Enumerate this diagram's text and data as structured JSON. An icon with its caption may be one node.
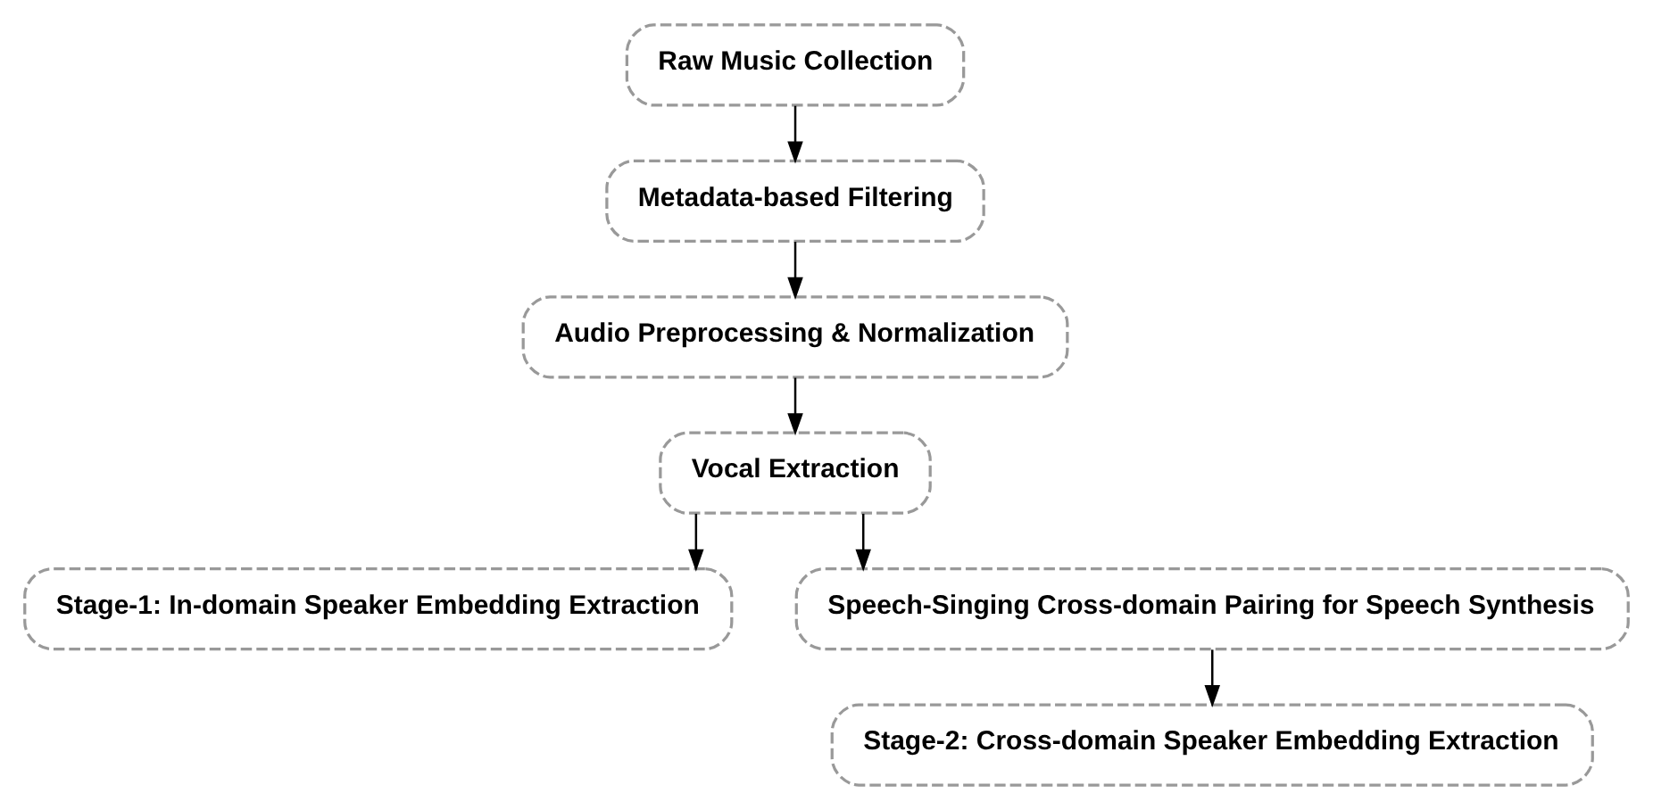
{
  "diagram": {
    "nodes": [
      {
        "text": [
          "Raw Music Collection"
        ]
      },
      {
        "text": [
          "Metadata-based Filtering"
        ]
      },
      {
        "text": [
          "Audio Preprocessing & Normalization"
        ]
      },
      {
        "text": [
          "Vocal Extraction"
        ]
      },
      {
        "text": [
          "Stage-1: In-domain Speaker Embedding Extraction"
        ]
      },
      {
        "text": [
          "Speech-Singing Cross-domain Pairing for Speech Synthesis"
        ]
      },
      {
        "text": [
          "Stage-2: Cross-domain Speaker Embedding Extraction"
        ]
      }
    ],
    "edges": [
      {
        "from": 0,
        "to": 1,
        "arrow": "to"
      },
      {
        "from": 1,
        "to": 2,
        "arrow": "to"
      },
      {
        "from": 2,
        "to": 3,
        "arrow": "to"
      },
      {
        "from": 3,
        "to": 4,
        "arrow": "to"
      },
      {
        "from": 3,
        "to": 5,
        "arrow": "to"
      },
      {
        "from": 5,
        "to": 6,
        "arrow": "to"
      }
    ]
  }
}
